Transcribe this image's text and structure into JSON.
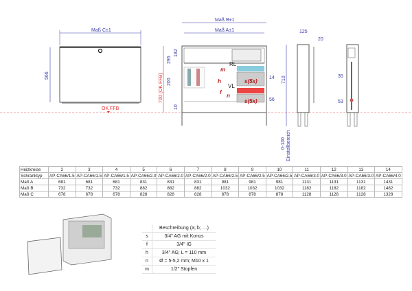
{
  "drawing": {
    "front_closed": {
      "width_label": "Maß C±1",
      "height_label": "566",
      "floor_label": "OK FFB"
    },
    "front_open": {
      "width_outer_label": "Maß B±1",
      "width_inner_label": "Maß A±1",
      "height_total_label": "700 (OK FFB)",
      "dim_295": "295",
      "dim_182": "182",
      "dim_200": "200",
      "dim_10": "10",
      "dim_14": "14",
      "dim_56": "56",
      "dim_710": "710",
      "adjust_range": "0-130",
      "adjust_label": "Einstellbereich",
      "tags": {
        "rl": "RL",
        "vl": "VL",
        "m": "m",
        "h": "h",
        "f": "f",
        "n": "n",
        "s5": "s(5x)"
      }
    },
    "side": {
      "depth": "125",
      "door": "20",
      "dim_35": "35",
      "dim_53": "53"
    }
  },
  "spec_table": {
    "rows": [
      {
        "label": "Heizkreise",
        "values": [
          "2",
          "3",
          "4",
          "5",
          "6",
          "7",
          "8",
          "9",
          "10",
          "11",
          "12",
          "13",
          "14"
        ]
      },
      {
        "label": "Schranktyp",
        "values": [
          "AP-CA66/1.5",
          "AP-CA66/1.5",
          "AP-CA66/1.5",
          "AP-CA66/2.0",
          "AP-CA66/2.0",
          "AP-CA66/2.0",
          "AP-CA66/2.5",
          "AP-CA66/2.5",
          "AP-CA66/2.5",
          "AP-CA66/3.0",
          "AP-CA66/3.0",
          "AP-CA66/3.0",
          "AP-CA66/4.0"
        ]
      },
      {
        "label": "Maß A",
        "values": [
          "681",
          "681",
          "681",
          "831",
          "831",
          "831",
          "981",
          "981",
          "981",
          "1131",
          "1131",
          "1131",
          "1431"
        ]
      },
      {
        "label": "Maß B",
        "values": [
          "732",
          "732",
          "732",
          "882",
          "882",
          "882",
          "1032",
          "1032",
          "1032",
          "1182",
          "1182",
          "1182",
          "1482"
        ]
      },
      {
        "label": "Maß C",
        "values": [
          "678",
          "678",
          "678",
          "828",
          "828",
          "828",
          "878",
          "878",
          "878",
          "1128",
          "1128",
          "1128",
          "1328"
        ]
      }
    ]
  },
  "legend": {
    "header": "Beschreibung (a; b; …)",
    "items": [
      {
        "key": "s",
        "desc": "3/4\" AG mit Konus"
      },
      {
        "key": "f",
        "desc": "3/4\" IG"
      },
      {
        "key": "h",
        "desc": "3/4\" AG; L = 110 mm"
      },
      {
        "key": "n",
        "desc": "Ø = 5-5,2 mm; M10 x 1"
      },
      {
        "key": "m",
        "desc": "1/2\" Stopfen"
      }
    ]
  },
  "colors": {
    "dimension": "#3a3aa8",
    "floor_line": "#e03030",
    "tag": "#b01818"
  }
}
